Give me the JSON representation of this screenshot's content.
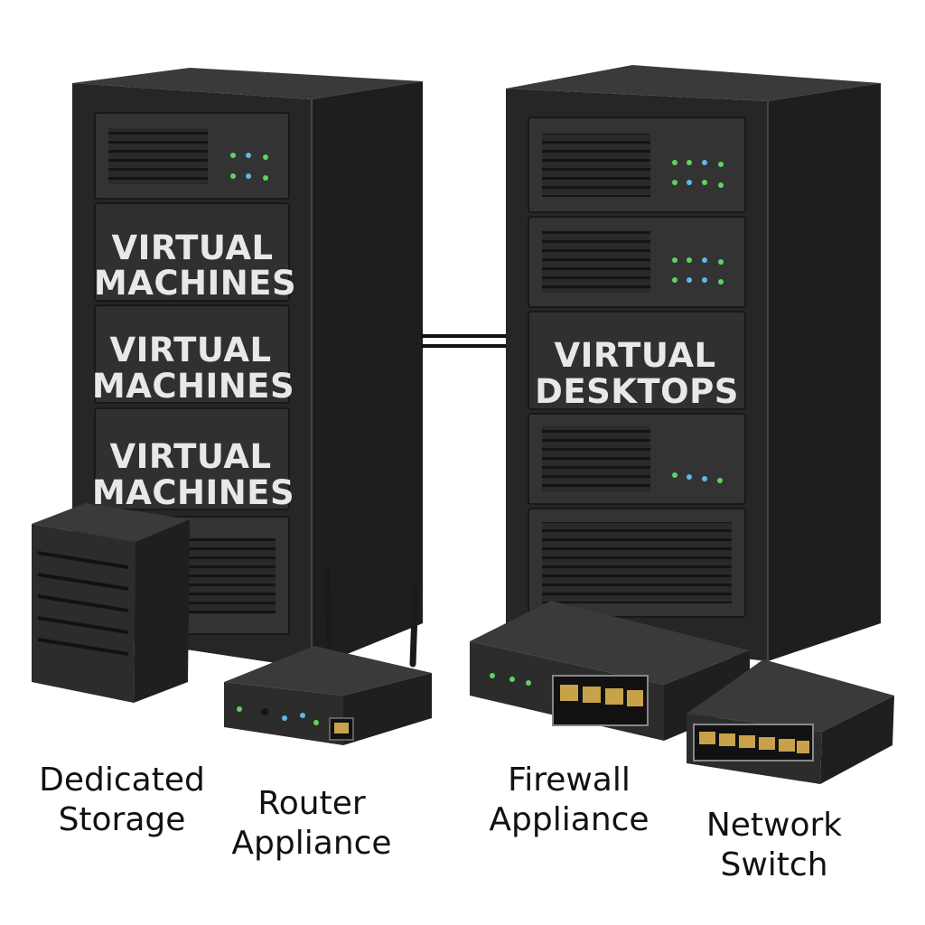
{
  "left_rack": {
    "slots": [
      {
        "line1": "VIRTUAL",
        "line2": "MACHINES"
      },
      {
        "line1": "VIRTUAL",
        "line2": "MACHINES"
      },
      {
        "line1": "VIRTUAL",
        "line2": "MACHINES"
      }
    ]
  },
  "right_rack": {
    "slots": [
      {
        "line1": "VIRTUAL",
        "line2": "DESKTOPS"
      }
    ]
  },
  "captions": {
    "storage": {
      "line1": "Dedicated",
      "line2": "Storage"
    },
    "router": {
      "line1": "Router",
      "line2": "Appliance"
    },
    "firewall": {
      "line1": "Firewall",
      "line2": "Appliance"
    },
    "switch": {
      "line1": "Network",
      "line2": "Switch"
    }
  },
  "colors": {
    "rack_front": "#2b2b2b",
    "rack_side": "#1f1f1f",
    "rack_top": "#3a3a3a",
    "unit": "#333333",
    "led_green": "#5fd35f",
    "led_blue": "#5fb8e8",
    "label_text": "#e8e8e8"
  }
}
